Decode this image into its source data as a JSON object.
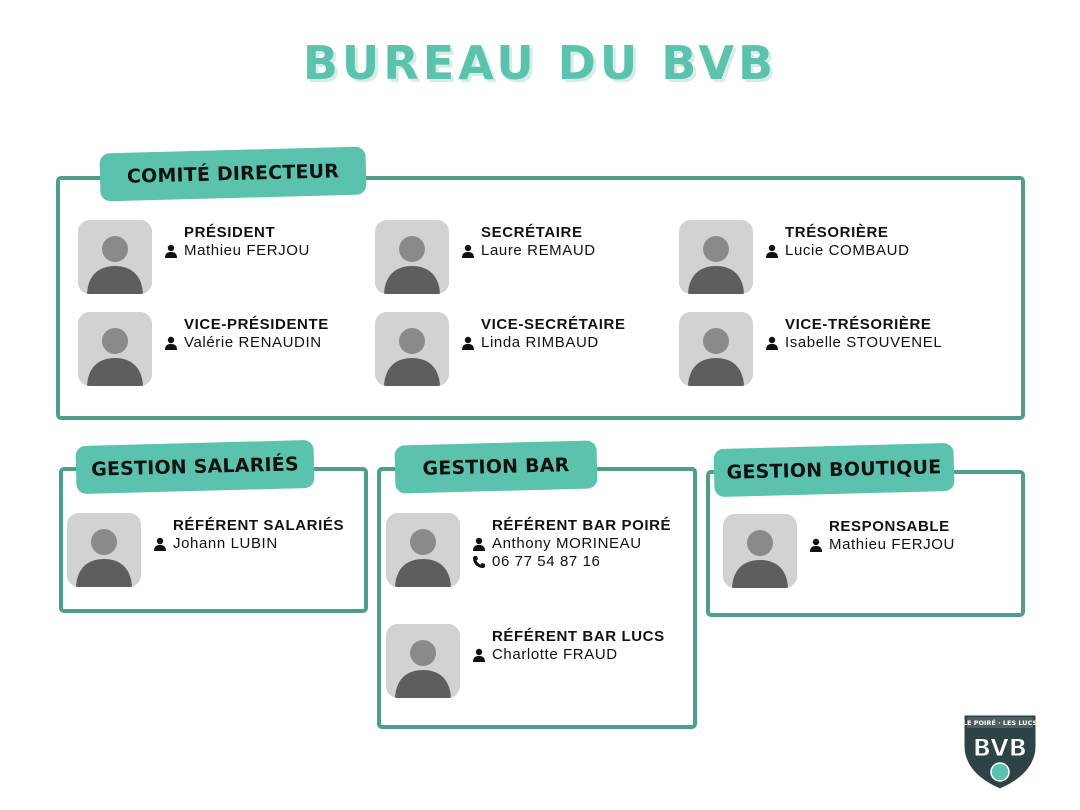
{
  "title": "BUREAU DU BVB",
  "comite": {
    "label": "COMITÉ DIRECTEUR",
    "members": [
      {
        "role": "PRÉSIDENT",
        "name": "Mathieu FERJOU"
      },
      {
        "role": "SECRÉTAIRE",
        "name": "Laure REMAUD"
      },
      {
        "role": "TRÉSORIÈRE",
        "name": "Lucie COMBAUD"
      },
      {
        "role": "VICE-PRÉSIDENTE",
        "name": "Valérie RENAUDIN"
      },
      {
        "role": "VICE-SECRÉTAIRE",
        "name": "Linda RIMBAUD"
      },
      {
        "role": "VICE-TRÉSORIÈRE",
        "name": "Isabelle STOUVENEL"
      }
    ]
  },
  "salaries": {
    "label": "GESTION SALARIÉS",
    "members": [
      {
        "role": "RÉFÉRENT SALARIÉS",
        "name": "Johann LUBIN"
      }
    ]
  },
  "bar": {
    "label": "GESTION BAR",
    "members": [
      {
        "role": "RÉFÉRENT BAR POIRÉ",
        "name": "Anthony MORINEAU",
        "phone": "06 77 54 87 16"
      },
      {
        "role": "RÉFÉRENT BAR LUCS",
        "name": "Charlotte FRAUD"
      }
    ]
  },
  "boutique": {
    "label": "GESTION BOUTIQUE",
    "members": [
      {
        "role": "RESPONSABLE",
        "name": "Mathieu FERJOU"
      }
    ]
  },
  "logo": {
    "top_text": "LE POIRÉ · LES LUCS",
    "letters": "BVB"
  },
  "colors": {
    "accent": "#5bc2ad",
    "border": "#4f9e8c",
    "logo_dark": "#2e4346"
  },
  "icons": {
    "person": "person-icon",
    "phone": "phone-icon"
  }
}
